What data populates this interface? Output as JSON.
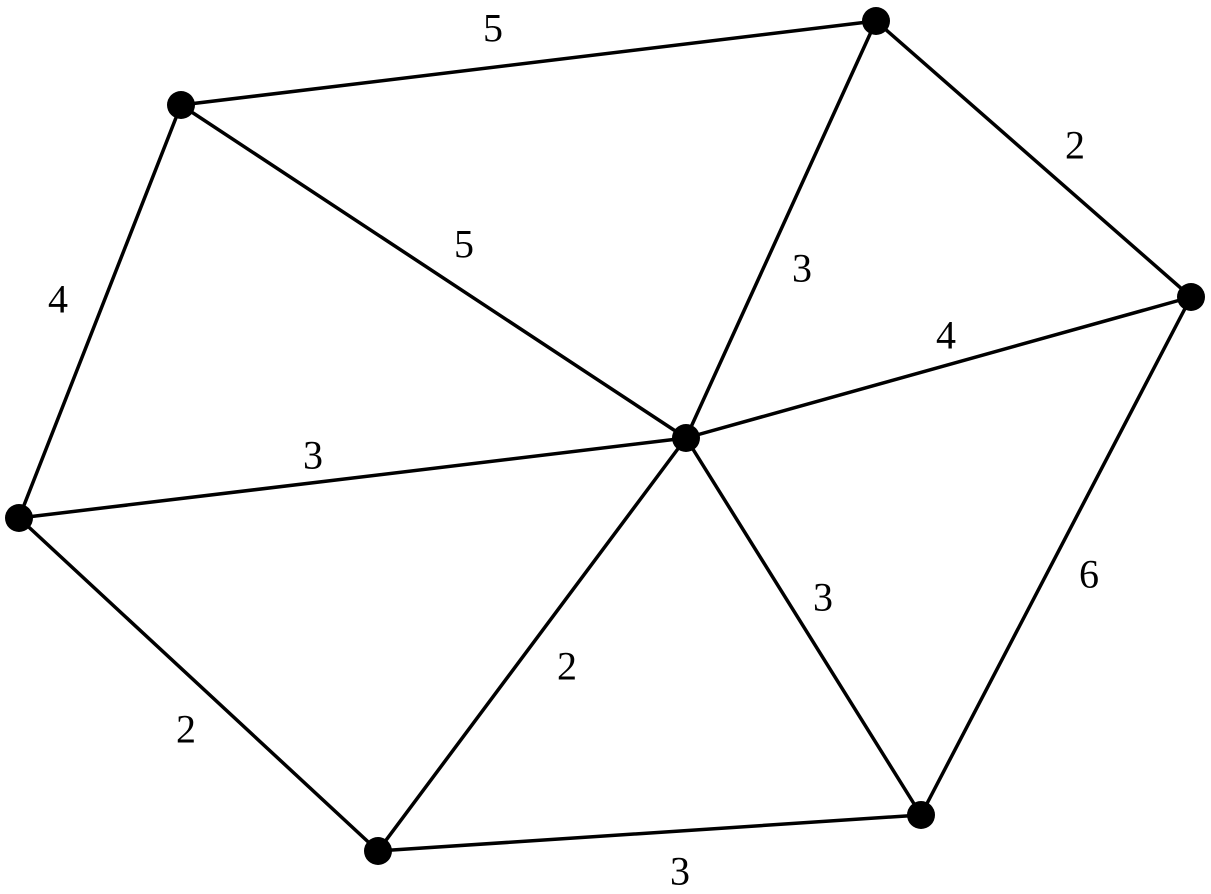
{
  "graph": {
    "colors": {
      "stroke": "#000000",
      "node": "#000000",
      "background": "#ffffff"
    },
    "nodes": [
      {
        "id": "top"
      },
      {
        "id": "upper-left"
      },
      {
        "id": "right"
      },
      {
        "id": "left"
      },
      {
        "id": "center"
      },
      {
        "id": "bottom-left"
      },
      {
        "id": "bottom-right"
      }
    ],
    "edges": [
      {
        "id": "upper-left-top",
        "from": "upper-left",
        "to": "top",
        "weight": "5"
      },
      {
        "id": "top-right",
        "from": "top",
        "to": "right",
        "weight": "2"
      },
      {
        "id": "upper-left-left",
        "from": "upper-left",
        "to": "left",
        "weight": "4"
      },
      {
        "id": "upper-left-center",
        "from": "upper-left",
        "to": "center",
        "weight": "5"
      },
      {
        "id": "top-center",
        "from": "top",
        "to": "center",
        "weight": "3"
      },
      {
        "id": "center-right",
        "from": "center",
        "to": "right",
        "weight": "4"
      },
      {
        "id": "left-center",
        "from": "left",
        "to": "center",
        "weight": "3"
      },
      {
        "id": "right-bottom-right",
        "from": "right",
        "to": "bottom-right",
        "weight": "6"
      },
      {
        "id": "center-bottom-right",
        "from": "center",
        "to": "bottom-right",
        "weight": "3"
      },
      {
        "id": "center-bottom-left",
        "from": "center",
        "to": "bottom-left",
        "weight": "2"
      },
      {
        "id": "left-bottom-left",
        "from": "left",
        "to": "bottom-left",
        "weight": "2"
      },
      {
        "id": "bottom-left-bottom-right",
        "from": "bottom-left",
        "to": "bottom-right",
        "weight": "3"
      }
    ]
  }
}
